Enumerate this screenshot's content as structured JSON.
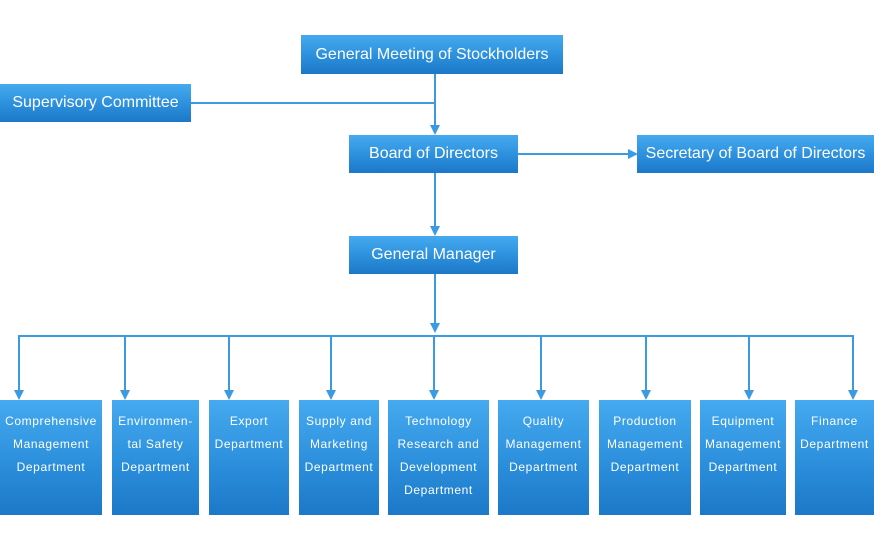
{
  "boxes": {
    "stockholders": "General Meeting of Stockholders",
    "supervisory": "Supervisory Committee",
    "board": "Board of Directors",
    "secretary": "Secretary of Board of Directors",
    "manager": "General Manager"
  },
  "departments": [
    {
      "id": "comprehensive",
      "lines": [
        "Comprehensive",
        "Management",
        "Department"
      ]
    },
    {
      "id": "environmental",
      "lines": [
        "Environmen-",
        "tal Safety",
        "Department"
      ]
    },
    {
      "id": "export",
      "lines": [
        "Export",
        "Department"
      ]
    },
    {
      "id": "supply",
      "lines": [
        "Supply and",
        "Marketing",
        "Department"
      ]
    },
    {
      "id": "technology",
      "lines": [
        "Technology",
        "Research and",
        "Development",
        "Department"
      ]
    },
    {
      "id": "quality",
      "lines": [
        "Quality",
        "Management",
        "Department"
      ]
    },
    {
      "id": "production",
      "lines": [
        "Production",
        "Management",
        "Department"
      ]
    },
    {
      "id": "equipment",
      "lines": [
        "Equipment",
        "Management",
        "Department"
      ]
    },
    {
      "id": "finance",
      "lines": [
        "Finance",
        "Department"
      ]
    }
  ],
  "colors": {
    "box_fill": "#2b8fdc",
    "connector": "#3a9ae2",
    "text": "#ffffff"
  }
}
